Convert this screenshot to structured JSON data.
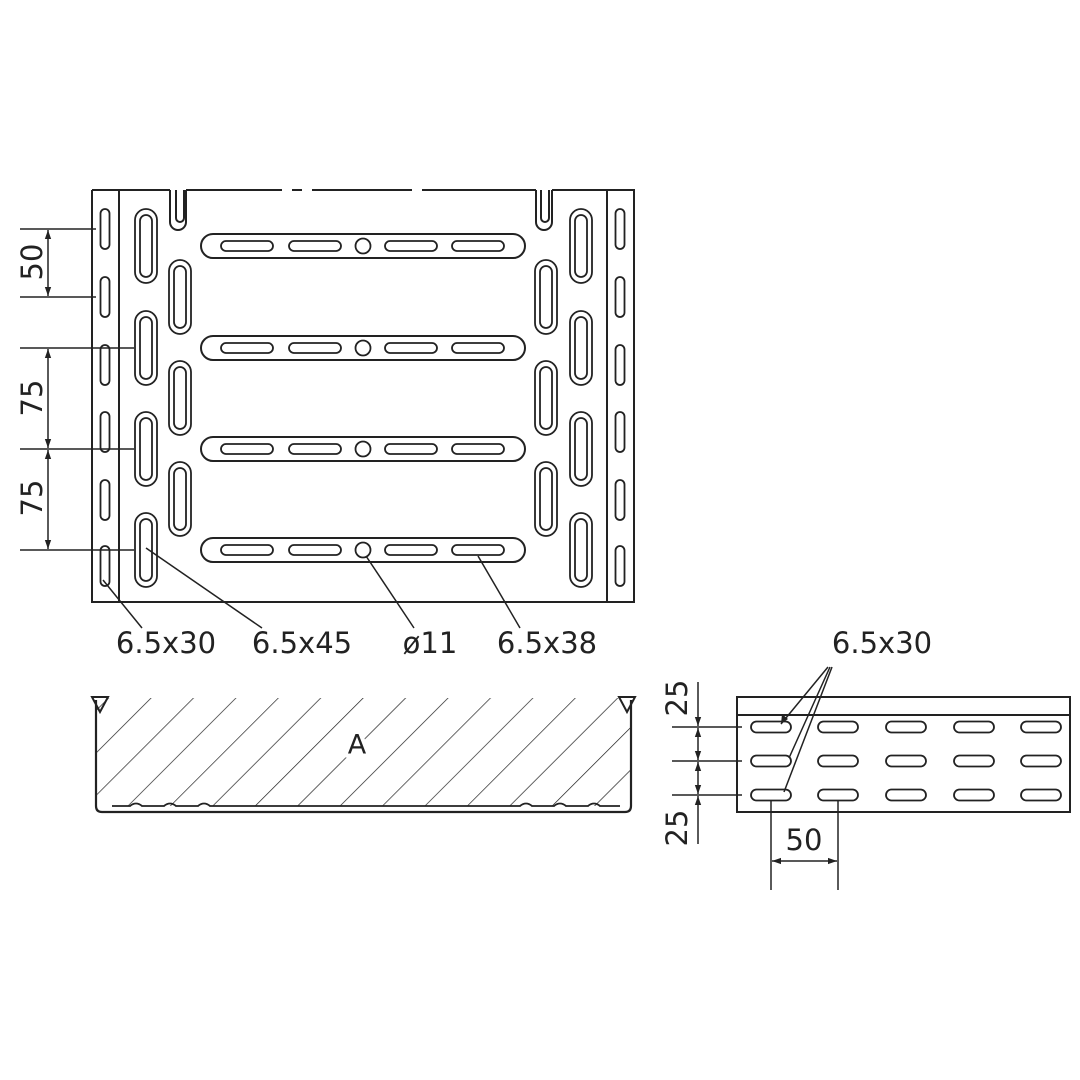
{
  "labels": {
    "slot_small": "6.5x30",
    "slot_long": "6.5x45",
    "hole": "ø11",
    "slot_rung": "6.5x38",
    "side_slot": "6.5x30",
    "section": "A"
  },
  "dimensions": {
    "pitch_side": "50",
    "pitch_rung_1": "75",
    "pitch_rung_2": "75",
    "side_top": "25",
    "side_bottom": "25",
    "side_pitch": "50"
  },
  "colors": {
    "line": "#222222",
    "background": "#ffffff"
  }
}
